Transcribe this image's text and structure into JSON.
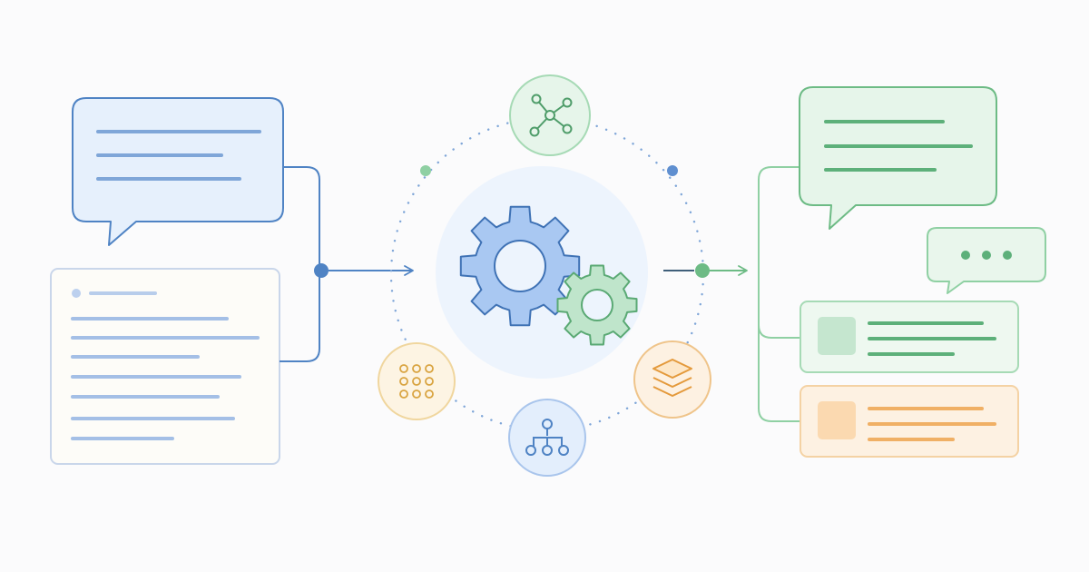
{
  "colors": {
    "background": "#fbfbfc",
    "blue_stroke": "#4f83c4",
    "blue_fill": "#e6f0fc",
    "blue_line": "#7fa6d8",
    "blue_gear_fill": "#a9c8f2",
    "blue_gear_stroke": "#3f72b5",
    "green_stroke": "#6dbb85",
    "green_fill": "#e6f5ea",
    "green_line": "#5db07a",
    "green_gear_fill": "#bfe5cb",
    "green_gear_stroke": "#5aa974",
    "orange_stroke": "#efc48a",
    "orange_fill": "#fdf1e2",
    "orange_line": "#f0b065",
    "yellow_stroke": "#e8c57a",
    "yellow_fill": "#fdf4e3",
    "doc_stroke": "#c9d6ea",
    "doc_fill": "#fdfcf8",
    "hub_fill": "#edf4fd"
  },
  "diagram": {
    "input_chat_bubble": {
      "icon": "chat-bubble-icon",
      "line_count": 3
    },
    "input_document": {
      "icon": "document-icon",
      "line_count": 7
    },
    "hub": {
      "icon": "gears-icon"
    },
    "orbit_nodes": [
      {
        "name": "network-node",
        "icon": "network-graph-icon",
        "color": "green"
      },
      {
        "name": "tree-node",
        "icon": "hierarchy-icon",
        "color": "blue"
      },
      {
        "name": "grid-node",
        "icon": "dot-grid-icon",
        "color": "yellow"
      },
      {
        "name": "layers-node",
        "icon": "layers-icon",
        "color": "orange"
      }
    ],
    "output_chat_bubble": {
      "icon": "chat-bubble-icon",
      "line_count": 3
    },
    "output_typing_bubble": {
      "icon": "typing-ellipsis-icon"
    },
    "output_cards": [
      {
        "name": "green-card",
        "icon": "card-thumbnail-icon",
        "color": "green"
      },
      {
        "name": "orange-card",
        "icon": "card-thumbnail-icon",
        "color": "orange"
      }
    ]
  }
}
